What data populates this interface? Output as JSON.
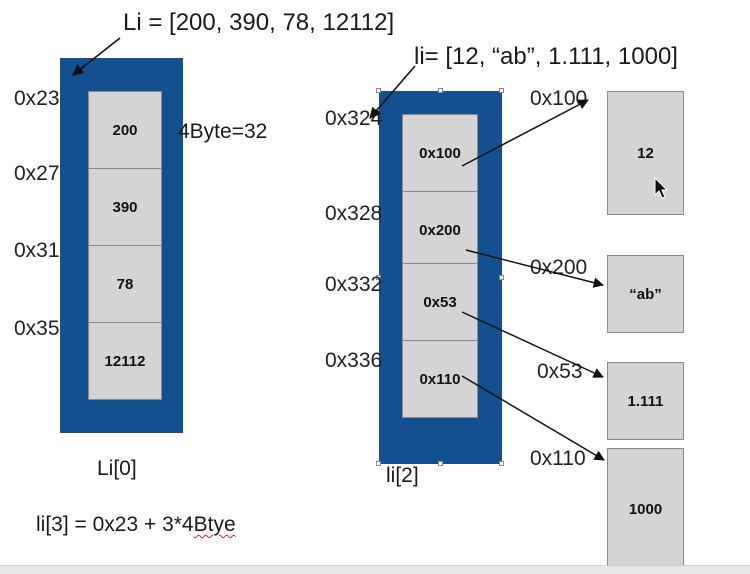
{
  "left_list": {
    "title": "Li = [200, 390, 78, 12112]",
    "size_note": "4Byte=32",
    "cells": [
      "200",
      "390",
      "78",
      "12112"
    ],
    "addresses": [
      "0x23",
      "0x27",
      "0x31",
      "0x35"
    ],
    "caption": "Li[0]",
    "formula_prefix": "li[3] = 0x23 + 3*4",
    "formula_suffix": "Btye"
  },
  "right_list": {
    "title": "li= [12, “ab”, 1.111, 1000]",
    "cells": [
      "0x100",
      "0x200",
      "0x53",
      "0x110"
    ],
    "addresses": [
      "0x324",
      "0x328",
      "0x332",
      "0x336"
    ],
    "caption": "li[2]"
  },
  "objects": [
    {
      "address": "0x100",
      "value": "12"
    },
    {
      "address": "0x200",
      "value": "“ab”"
    },
    {
      "address": "0x53",
      "value": "1.111"
    },
    {
      "address": "0x110",
      "value": "1000"
    }
  ],
  "colors": {
    "container": "#12508f",
    "cell": "#d4d4d4"
  },
  "icons": [
    "mouse-cursor-icon"
  ]
}
